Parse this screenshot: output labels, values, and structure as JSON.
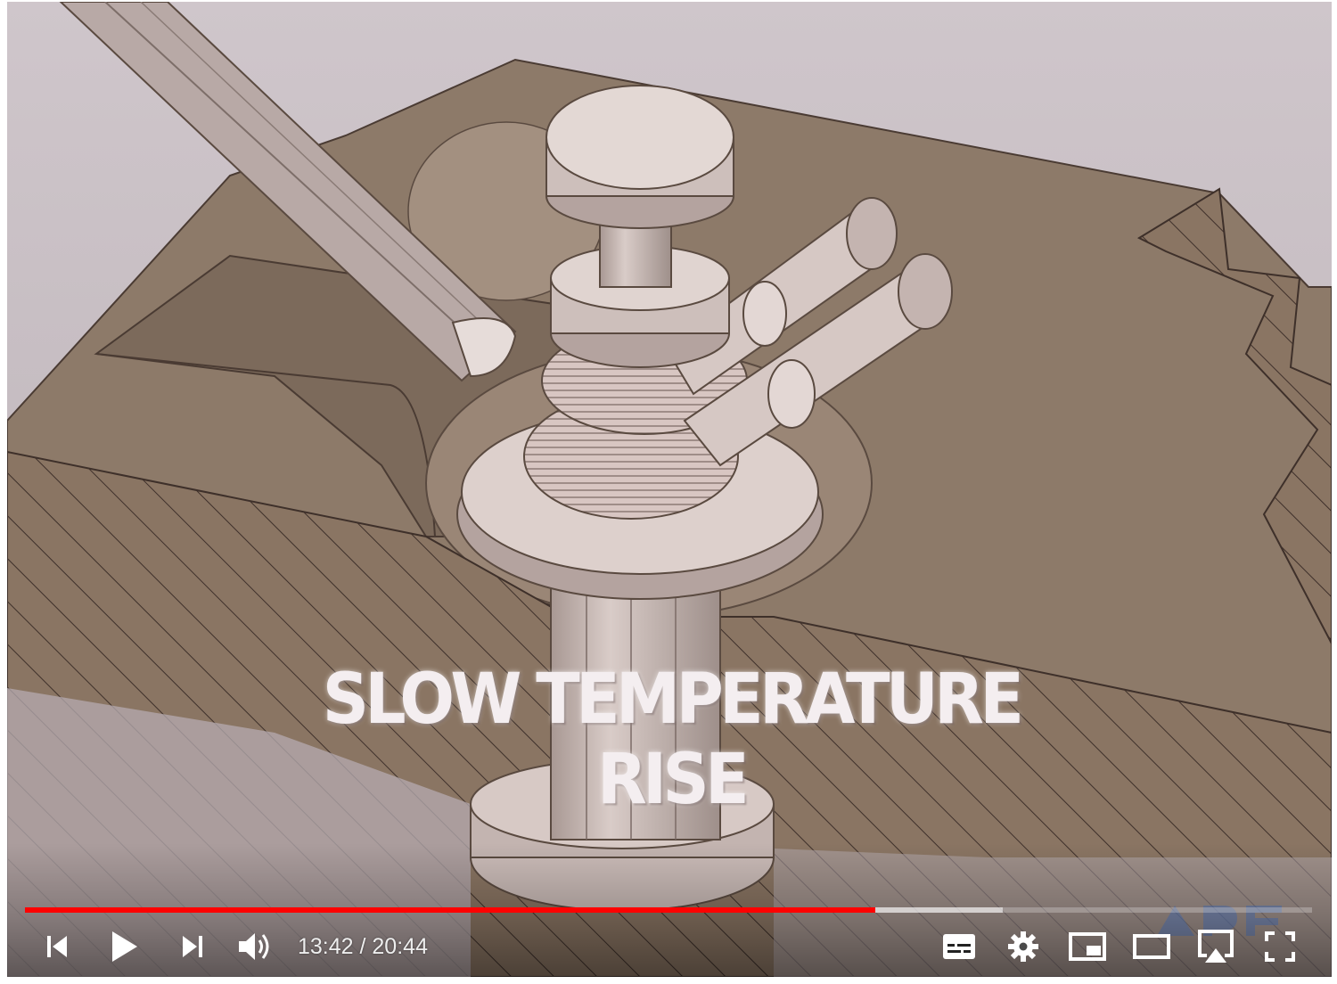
{
  "video": {
    "caption": "SLOW TEMPERATURE RISE",
    "current_time": "13:42",
    "separator": " / ",
    "duration": "20:44",
    "progress_played": 0.661,
    "progress_buffered": 0.76
  },
  "icons": {
    "previous": "skip-previous-icon",
    "play": "play-icon",
    "next": "skip-next-icon",
    "volume": "volume-icon",
    "subtitles": "subtitles-icon",
    "settings": "gear-icon",
    "miniplayer": "miniplayer-icon",
    "theater": "theater-mode-icon",
    "airplay": "airplay-icon",
    "fullscreen": "fullscreen-icon"
  },
  "colors": {
    "progress_played": "#ff0000",
    "icons": "#ffffff",
    "illustration_brown": "#8a7563",
    "illustration_pale": "#d9c8c4"
  }
}
